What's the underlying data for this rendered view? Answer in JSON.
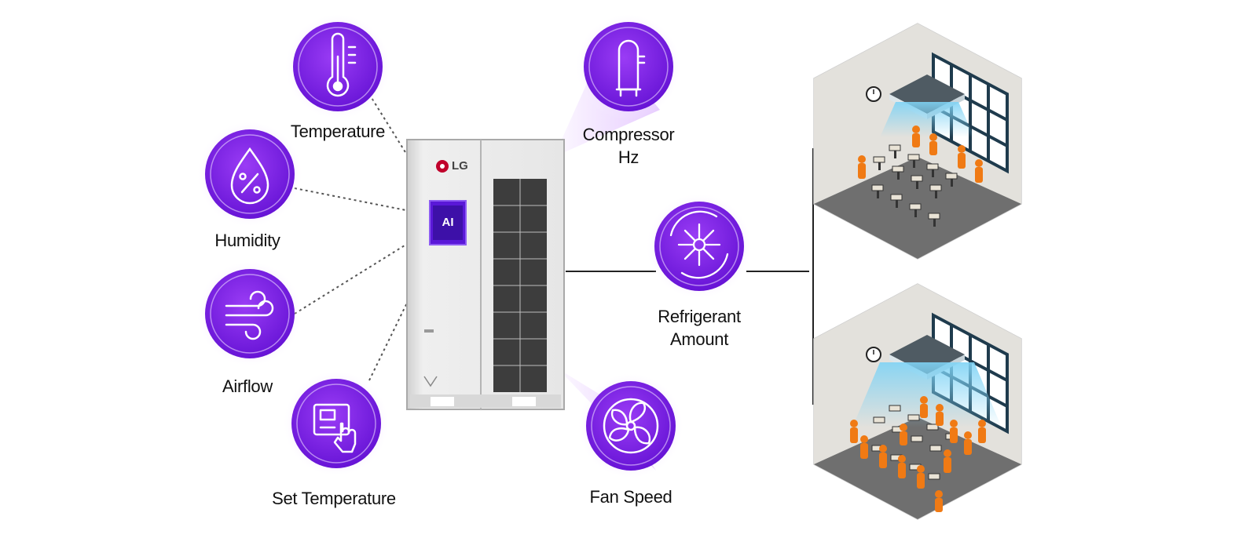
{
  "sensors": {
    "temperature": "Temperature",
    "humidity": "Humidity",
    "airflow": "Airflow",
    "set_temperature": "Set Temperature"
  },
  "controls": {
    "compressor_line1": "Compressor",
    "compressor_line2": "Hz",
    "refrigerant_line1": "Refrigerant",
    "refrigerant_line2": "Amount",
    "fan_speed": "Fan Speed"
  },
  "unit": {
    "brand": "LG",
    "chip_label": "AI"
  },
  "colors": {
    "accent_purple": "#7a1fe0",
    "glow_purple": "#c98cff",
    "occupant_orange": "#f07a14",
    "airflow_blue": "#7fd3f5"
  },
  "icons": [
    "thermometer-icon",
    "humidity-drop-icon",
    "airflow-icon",
    "thermostat-touch-icon",
    "compressor-icon",
    "refrigerant-snowflake-icon",
    "fan-icon"
  ]
}
